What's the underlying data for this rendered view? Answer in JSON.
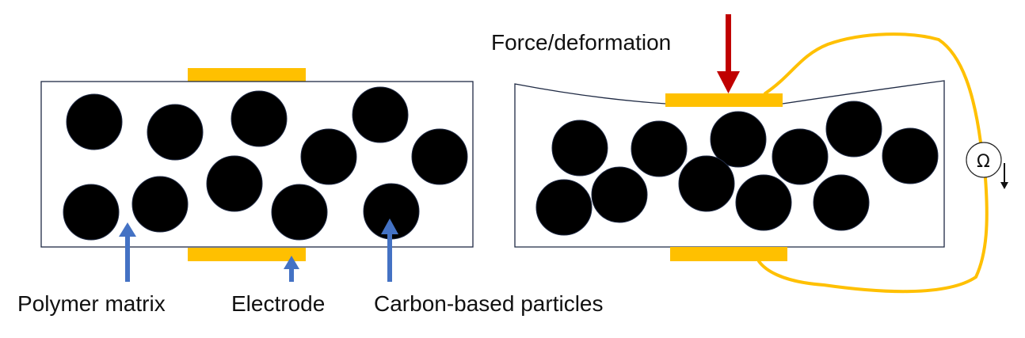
{
  "labels": {
    "force": "Force/deformation",
    "polymer_matrix": "Polymer matrix",
    "electrode": "Electrode",
    "carbon_particles": "Carbon-based particles",
    "ohmmeter_symbol": "Ω"
  },
  "colors": {
    "electrode": "#FFC000",
    "wire": "#FFC000",
    "particle": "#000000",
    "particle_outline": "#1F2A44",
    "indicator_arrow": "#4472C4",
    "force_arrow": "#C00000",
    "matrix_outline": "#1F2A44"
  }
}
